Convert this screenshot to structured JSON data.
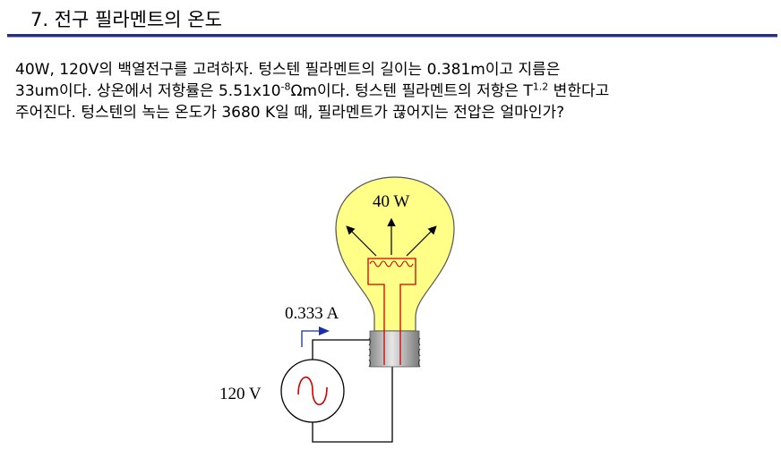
{
  "slide": {
    "title": "7. 전구 필라멘트의 온도"
  },
  "problem": {
    "line1": "40W, 120V의 백열전구를 고려하자. 텅스텐 필라멘트의 길이는 0.381m이고 지름은",
    "line2_pre": "33um이다. 상온에서 저항률은 5.51x10",
    "line2_exp": "-8",
    "line2_mid": "Ωm이다. 텅스텐 필라멘트의 저항은 T",
    "line2_exp2": "1.2",
    "line2_post": " 변한다고",
    "line3": "주어진다. 텅스텐의 녹는 온도가 3680 K일 때, 필라멘트가 끊어지는 전압은 얼마인가?"
  },
  "figure": {
    "power_label": "40 W",
    "current_label": "0.333 A",
    "voltage_label": "120 V",
    "colors": {
      "bulb_fill": "#ffff88",
      "bulb_stroke": "#555555",
      "filament": "#cc0000",
      "current_arrow": "#1a2ea8",
      "title_rule": "#2b2f7a"
    },
    "icons": [
      "light-bulb-icon",
      "ac-source-icon",
      "arrow-icon"
    ]
  }
}
